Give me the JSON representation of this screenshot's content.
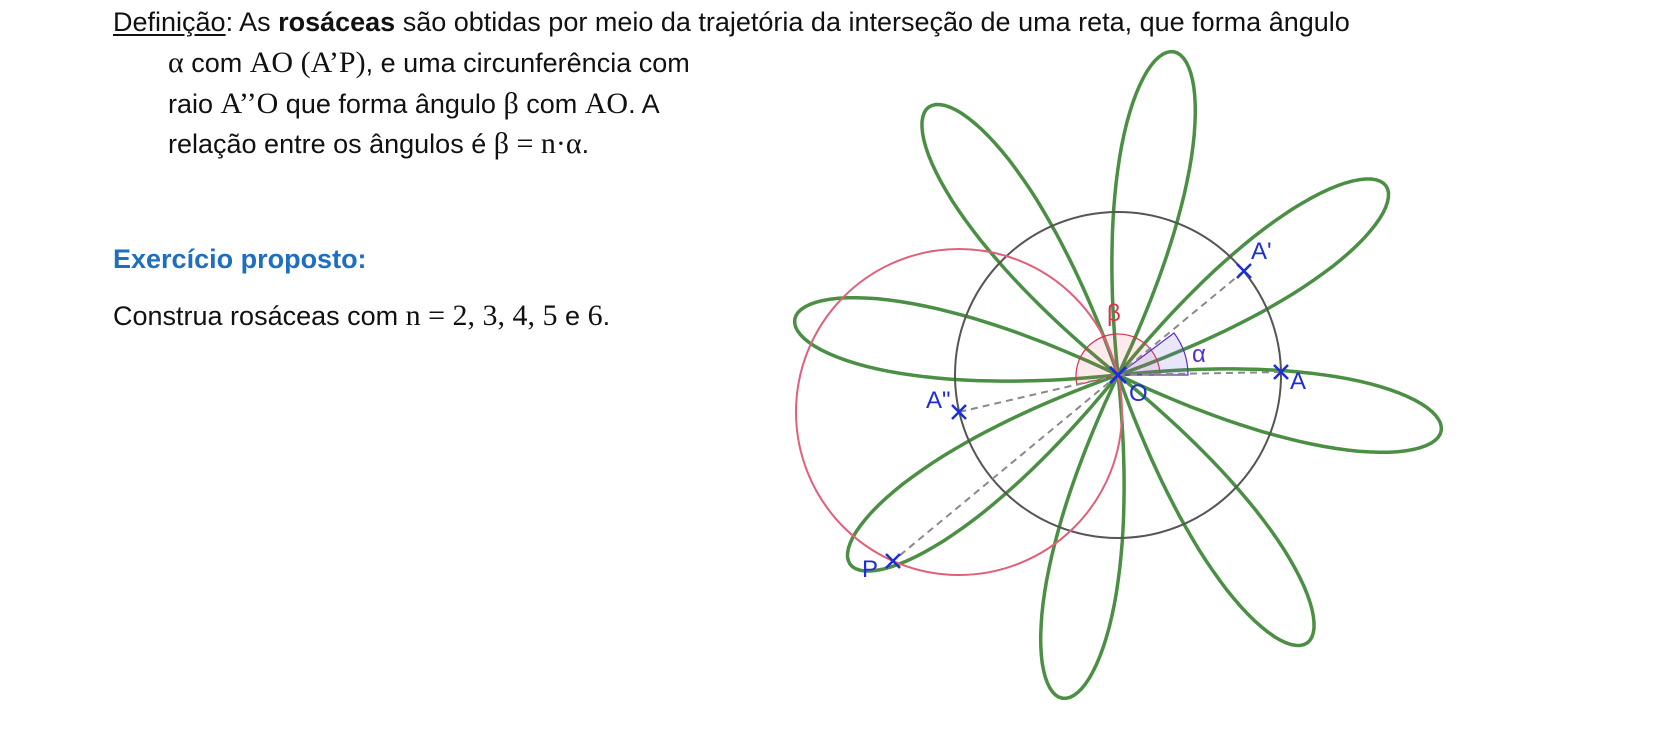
{
  "definition": {
    "term": "Definição",
    "after_term": ": As ",
    "bold": "rosáceas",
    "line1_rest": " são obtidas por meio da trajetória da interseção de uma reta, que forma ângulo",
    "l2_alpha": "α",
    "l2_text1": " com ",
    "l2_math1": "AO",
    "l2_space": " ",
    "l2_math2": "(A’P)",
    "l2_text2": ", e uma circunferência com",
    "l3_text1": "raio ",
    "l3_math1": "A’’O",
    "l3_text2": " que forma ângulo ",
    "l3_beta": "β",
    "l3_text3": " com ",
    "l3_math2": "AO",
    "l3_text4": ". A",
    "l4_text1": "relação entre os ângulos é ",
    "l4_formula": "β = n·α",
    "l4_text2": "."
  },
  "exercise": {
    "heading": "Exercício proposto:",
    "text1": "Construa rosáceas com ",
    "formula": "n = 2, 3, 4, 5",
    "text2": " e ",
    "last": "6",
    "text3": "."
  },
  "diagram": {
    "labels": {
      "A": "A",
      "A_prime": "A'",
      "A_double_prime": "A\"",
      "O": "O",
      "P": "P",
      "alpha": "α",
      "beta": "β"
    },
    "colors": {
      "rose": "#4a8f44",
      "circle_main": "#555555",
      "circle_small": "#e0607a",
      "points": "#1d2ed6",
      "dashed": "#8a8a8a",
      "beta": "#d8334d",
      "alpha": "#5b2fc2"
    }
  }
}
